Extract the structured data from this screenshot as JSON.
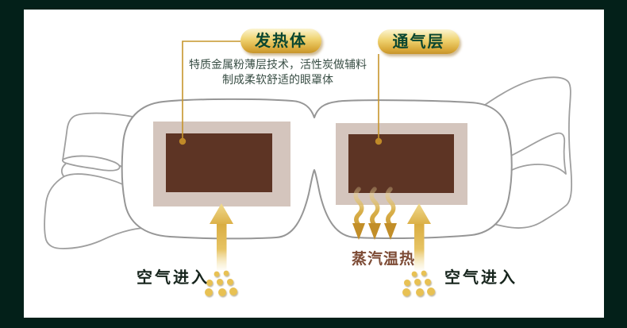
{
  "diagram": {
    "title_callouts": [
      {
        "id": "heating_element",
        "label": "发热体"
      },
      {
        "id": "vent_layer",
        "label": "通气层"
      }
    ],
    "description_lines": [
      "特质金属粉薄层技术，活性炭做辅料",
      "制成柔软舒适的眼罩体"
    ],
    "flow_annotations": [
      {
        "id": "air_in_left",
        "text": "空气进入"
      },
      {
        "id": "steam_warm",
        "text": "蒸汽温热"
      },
      {
        "id": "air_in_right",
        "text": "空气进入"
      }
    ],
    "colors": {
      "border_green": "#032019",
      "panel_white": "#ffffff",
      "callout_gold_light": "#fbf4d2",
      "callout_gold_dark": "#c6952c",
      "callout_text_green": "#0a4630",
      "description_text": "#3a4f46",
      "mask_outline_gray": "#9a9a9a",
      "pad_border_beige": "#d4c5bd",
      "pad_brown": "#5d3424",
      "arrow_gold": "#e2bd55",
      "steam_gold": "#c28e28",
      "steam_text_brown": "#7d4b35",
      "air_text_dark": "#17251d",
      "leader_line_gold": "#c6952c"
    },
    "icons": [
      {
        "name": "up-arrow-left-icon"
      },
      {
        "name": "up-arrow-right-icon"
      },
      {
        "name": "steam-wave-arrows-icon"
      },
      {
        "name": "air-particle-dots-icon"
      },
      {
        "name": "leader-dot-icon"
      }
    ]
  }
}
